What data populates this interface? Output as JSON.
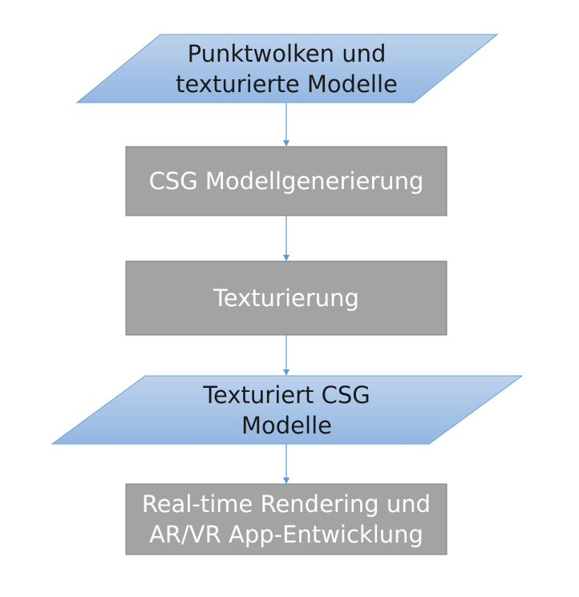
{
  "colors": {
    "parallelogram_fill_top": "#bcd2ec",
    "parallelogram_fill_bottom": "#93b7e2",
    "parallelogram_stroke": "#6e9fd4",
    "process_fill": "#a3a3a3",
    "process_stroke": "#7a7a7a",
    "arrow": "#5b9bd5"
  },
  "nodes": {
    "input": {
      "shape": "parallelogram",
      "line1": "Punktwolken und",
      "line2": "texturierte Modelle"
    },
    "csg_generation": {
      "shape": "process",
      "label": "CSG Modellgenerierung"
    },
    "texturing": {
      "shape": "process",
      "label": "Texturierung"
    },
    "textured_models": {
      "shape": "parallelogram",
      "line1": "Texturiert CSG",
      "line2": "Modelle"
    },
    "rendering": {
      "shape": "process",
      "line1": "Real-time Rendering und",
      "line2": "AR/VR App-Entwicklung"
    }
  },
  "edges": [
    {
      "from": "input",
      "to": "csg_generation"
    },
    {
      "from": "csg_generation",
      "to": "texturing"
    },
    {
      "from": "texturing",
      "to": "textured_models"
    },
    {
      "from": "textured_models",
      "to": "rendering"
    }
  ]
}
